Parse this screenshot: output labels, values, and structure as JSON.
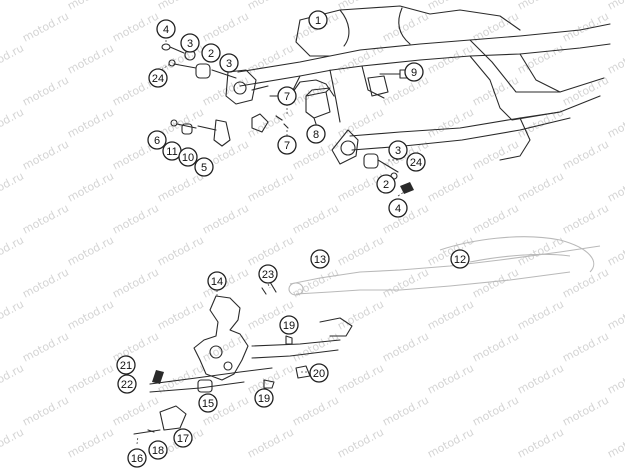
{
  "watermark": {
    "text": "motod.ru"
  },
  "colors": {
    "line": "#2a2a2a",
    "ghost": "#b9b9b9",
    "watermark": "#d4d4d4",
    "background": "#ffffff"
  },
  "callouts": [
    {
      "id": "c1",
      "label": "1"
    },
    {
      "id": "c4a",
      "label": "4"
    },
    {
      "id": "c3a",
      "label": "3"
    },
    {
      "id": "c2a",
      "label": "2"
    },
    {
      "id": "c3b",
      "label": "3"
    },
    {
      "id": "c24a",
      "label": "24"
    },
    {
      "id": "c9",
      "label": "9"
    },
    {
      "id": "c7a",
      "label": "7"
    },
    {
      "id": "c7b",
      "label": "7"
    },
    {
      "id": "c8",
      "label": "8"
    },
    {
      "id": "c6",
      "label": "6"
    },
    {
      "id": "c11",
      "label": "11"
    },
    {
      "id": "c10",
      "label": "10"
    },
    {
      "id": "c5",
      "label": "5"
    },
    {
      "id": "c3c",
      "label": "3"
    },
    {
      "id": "c24b",
      "label": "24"
    },
    {
      "id": "c2b",
      "label": "2"
    },
    {
      "id": "c4b",
      "label": "4"
    },
    {
      "id": "c14",
      "label": "14"
    },
    {
      "id": "c23",
      "label": "23"
    },
    {
      "id": "c13",
      "label": "13"
    },
    {
      "id": "c12",
      "label": "12"
    },
    {
      "id": "c19a",
      "label": "19"
    },
    {
      "id": "c21",
      "label": "21"
    },
    {
      "id": "c22",
      "label": "22"
    },
    {
      "id": "c20",
      "label": "20"
    },
    {
      "id": "c15",
      "label": "15"
    },
    {
      "id": "c19b",
      "label": "19"
    },
    {
      "id": "c17",
      "label": "17"
    },
    {
      "id": "c16",
      "label": "16"
    },
    {
      "id": "c18",
      "label": "18"
    }
  ]
}
